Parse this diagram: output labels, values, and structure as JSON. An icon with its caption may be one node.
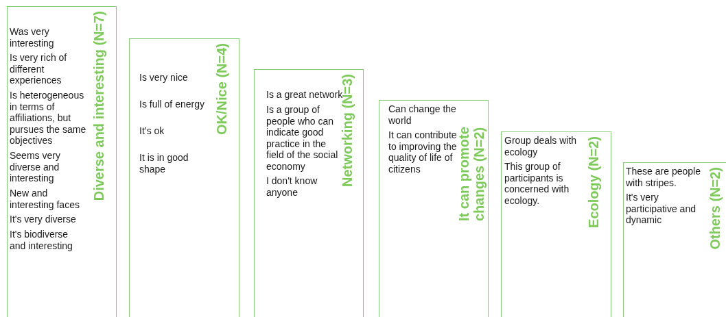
{
  "diagram": {
    "nodes": [
      {
        "text": [
          "Diverse and interesting (N=7)",
          "Was very interesting",
          "Is very rich of different experiences",
          "Is heterogeneous in terms of affiliations, but pursues the same objectives",
          "Seems very diverse and interesting",
          "New and interesting faces",
          "It's very diverse",
          "It's biodiverse and interesting"
        ]
      },
      {
        "text": [
          "OK/Nice (N=4)",
          "Is very nice",
          "Is full of energy",
          "It’s ok",
          "It is in good shape"
        ]
      },
      {
        "text": [
          "Networking (N=3)",
          "Is a great network",
          "Is a group of people who can indicate good practice in the field of the social economy",
          "I don't know anyone"
        ]
      },
      {
        "text": [
          "It can promote changes (N=2)",
          "Can change the world",
          "It can contribute to improving the quality of life of citizens"
        ]
      },
      {
        "text": [
          "Ecology (N=2)",
          "Group deals with ecology",
          "This group of participants is concerned with ecology."
        ]
      },
      {
        "text": [
          "Others (N=2)",
          "These are people with stripes.",
          "It's very participative and dynamic"
        ]
      }
    ]
  }
}
